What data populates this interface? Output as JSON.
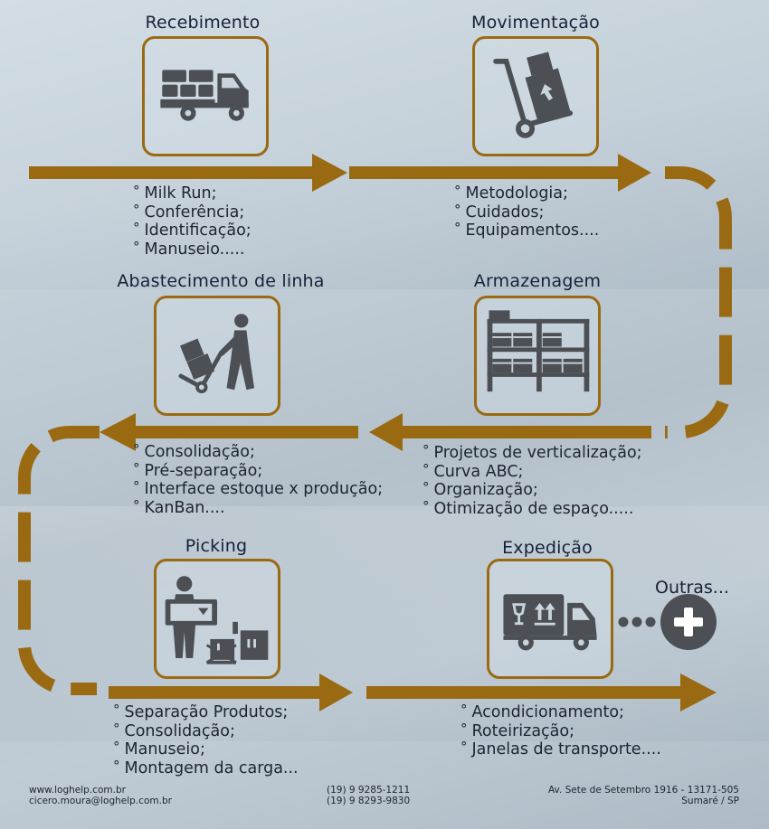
{
  "stages": [
    {
      "id": "recebimento",
      "title": "Recebimento",
      "icon": "truck-icon",
      "items": [
        "Milk Run;",
        "Conferência;",
        "Identificação;",
        "Manuseio....."
      ]
    },
    {
      "id": "movimentacao",
      "title": "Movimentação",
      "icon": "hand-truck-icon",
      "items": [
        "Metodologia;",
        "Cuidados;",
        "Equipamentos...."
      ]
    },
    {
      "id": "armazenagem",
      "title": "Armazenagem",
      "icon": "shelving-icon",
      "items": [
        "Projetos de verticalização;",
        "Curva ABC;",
        "Organização;",
        "Otimização de espaço....."
      ]
    },
    {
      "id": "abastecimento",
      "title": "Abastecimento de linha",
      "icon": "worker-cart-icon",
      "items": [
        "Consolidação;",
        "Pré-separação;",
        "Interface estoque x produção;",
        "KanBan...."
      ]
    },
    {
      "id": "picking",
      "title": "Picking",
      "icon": "picking-icon",
      "items": [
        "Separação Produtos;",
        "Consolidação;",
        "Manuseio;",
        "Montagem da carga..."
      ]
    },
    {
      "id": "expedicao",
      "title": "Expedição",
      "icon": "delivery-truck-icon",
      "items": [
        "Acondicionamento;",
        "Roteirização;",
        "Janelas de transporte...."
      ]
    }
  ],
  "outras": {
    "label": "Outras...",
    "icon": "plus-circle-icon"
  },
  "colors": {
    "arrow": "#9a6a12",
    "icon": "#4c4f53",
    "text": "#1d2432"
  },
  "footer": {
    "web": "www.loghelp.com.br",
    "email": "cicero.moura@loghelp.com.br",
    "phone1": "(19) 9 9285-1211",
    "phone2": "(19) 9 8293-9830",
    "address1": "Av. Sete de Setembro 1916 - 13171-505",
    "address2": "Sumaré / SP"
  }
}
